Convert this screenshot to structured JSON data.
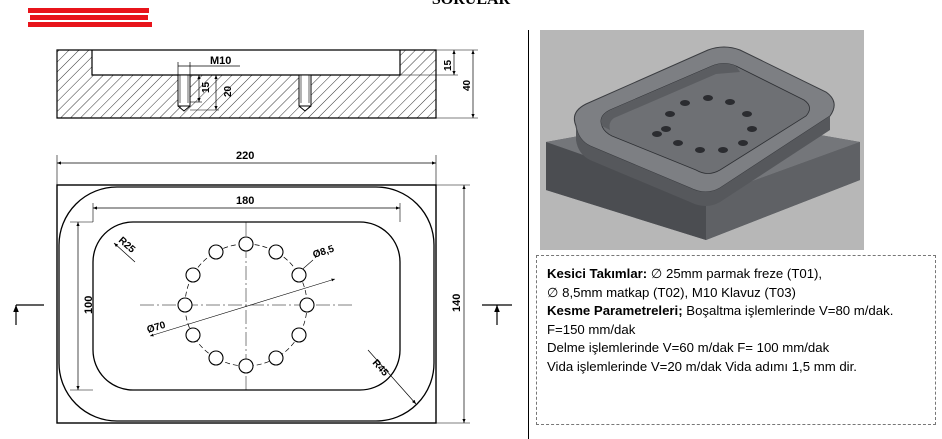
{
  "page": {
    "title": "SORULAR"
  },
  "drawing": {
    "section_labels": {
      "thread": "M10",
      "depth_a": "15",
      "depth_b": "20",
      "pocket_depth": "15",
      "thickness": "40"
    },
    "plan_labels": {
      "overall_length": "220",
      "pocket_length": "180",
      "overall_width": "140",
      "pocket_width": "100",
      "corner_radius_inner": "R25",
      "corner_radius_outer": "R45",
      "bolt_circle": "Ø70",
      "hole_dia": "Ø8,5"
    }
  },
  "specs": {
    "l1_label": "Kesici Takımlar:",
    "l1_text": " ∅ 25mm parmak freze (T01),",
    "l2_text": "∅ 8,5mm matkap (T02), M10 Klavuz (T03)",
    "l3_label": "Kesme Parametreleri;",
    "l3_text": " Boşaltma işlemlerinde V=80 m/dak.",
    "l4_text": "F=150 mm/dak",
    "l5_text": "Delme işlemlerinde V=60 m/dak F= 100 mm/dak",
    "l6_text": "Vida işlemlerinde V=20 m/dak Vida adımı 1,5 mm dir."
  },
  "colors": {
    "redaction": "#e8141b",
    "render_bg": "#b7b7b7",
    "part_top": "#6c6e72",
    "part_side": "#4e5054"
  }
}
